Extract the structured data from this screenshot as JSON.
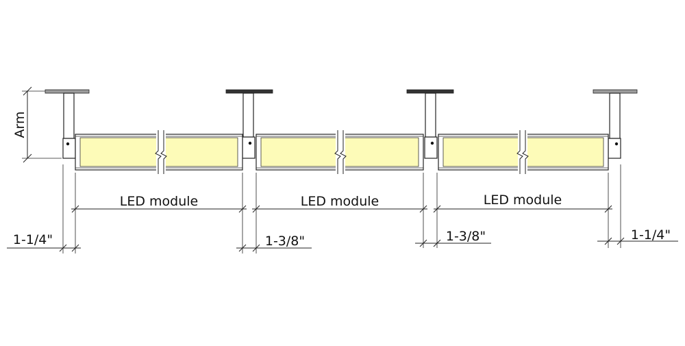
{
  "diagram": {
    "arm_label": "Arm",
    "module_label": "LED module",
    "dimensions": [
      "1-1/4\"",
      "1-3/8\"",
      "1-3/8\"",
      "1-1/4\""
    ],
    "colors": {
      "led_fill": "#fdfbb8",
      "mount_plate_light": "#9c9c9c",
      "mount_plate_dark": "#333333",
      "line": "#222222"
    }
  }
}
